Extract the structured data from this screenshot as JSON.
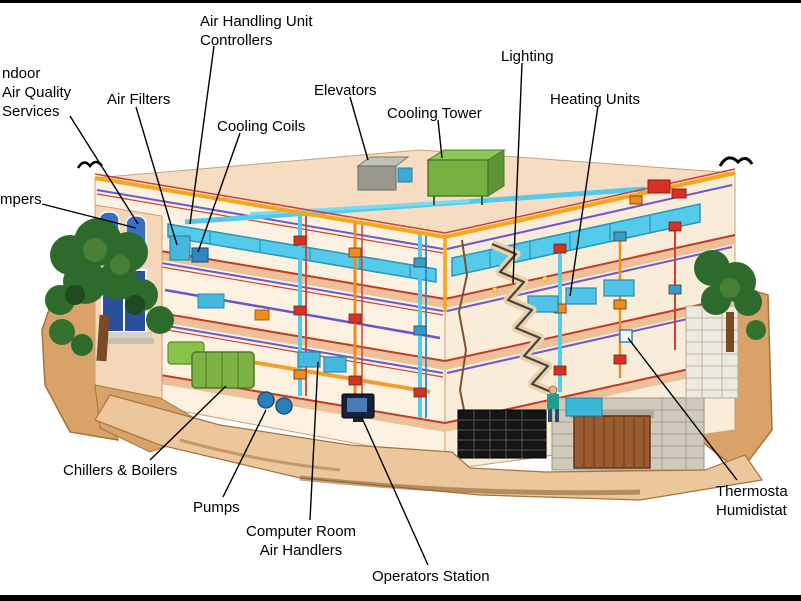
{
  "diagram": {
    "type": "building-hvac-cutaway",
    "labels": {
      "ahu_controllers": "Air Handling Unit\nControllers",
      "indoor_air_quality": "ndoor\nAir Quality\nServices",
      "air_filters": "Air Filters",
      "cooling_coils": "Cooling Coils",
      "elevators": "Elevators",
      "cooling_tower": "Cooling Tower",
      "lighting": "Lighting",
      "heating_units": "Heating Units",
      "dampers": "mpers",
      "chillers_boilers": "Chillers & Boilers",
      "pumps": "Pumps",
      "computer_room_air_handlers": "Computer Room\nAir Handlers",
      "operators_station": "Operators Station",
      "thermostats_humidistats": "Thermosta\nHumidistat"
    },
    "colors": {
      "duct_blue": "#55cbec",
      "pipe_orange": "#f6a61c",
      "pipe_purple": "#6a5acd",
      "pipe_red": "#d04030",
      "equipment_green": "#7cb342",
      "floor_tan": "#f6ddc2",
      "terrain_tan": "#d8a268",
      "tree_green": "#2d6b2d",
      "leader_line": "#000000"
    }
  }
}
